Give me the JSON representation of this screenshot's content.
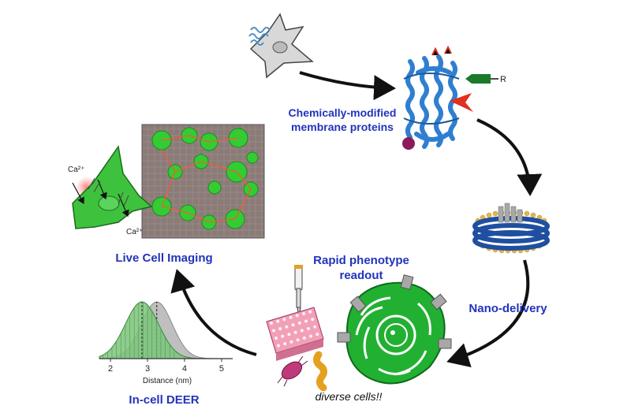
{
  "labels": {
    "chem_modified": "Chemically-modified",
    "membrane_proteins": "membrane proteins",
    "live_cell_imaging": "Live Cell Imaging",
    "rapid_phenotype": "Rapid phenotype",
    "readout": "readout",
    "nano_delivery": "Nano-delivery",
    "in_cell_deer": "In-cell DEER",
    "diverse_cells": "diverse cells!!",
    "ca_top": "Ca²⁺",
    "ca_bottom": "Ca²⁺",
    "r_group": "R"
  },
  "chart_data": {
    "type": "area",
    "xlabel": "Distance (nm)",
    "x_ticks": [
      "2",
      "3",
      "4",
      "5"
    ],
    "xlim": [
      1.7,
      5.3
    ],
    "series": [
      {
        "mean": 2.85,
        "sd": 0.45
      },
      {
        "mean": 3.25,
        "sd": 0.42
      }
    ]
  },
  "colors": {
    "label_blue": "#2233bb",
    "cell_green": "#3ec23e",
    "protein_blue": "#2f7fd0",
    "nanodisc_blue": "#1f4fa0",
    "lipid_gold": "#e2b84a",
    "arrow": "#111111"
  }
}
